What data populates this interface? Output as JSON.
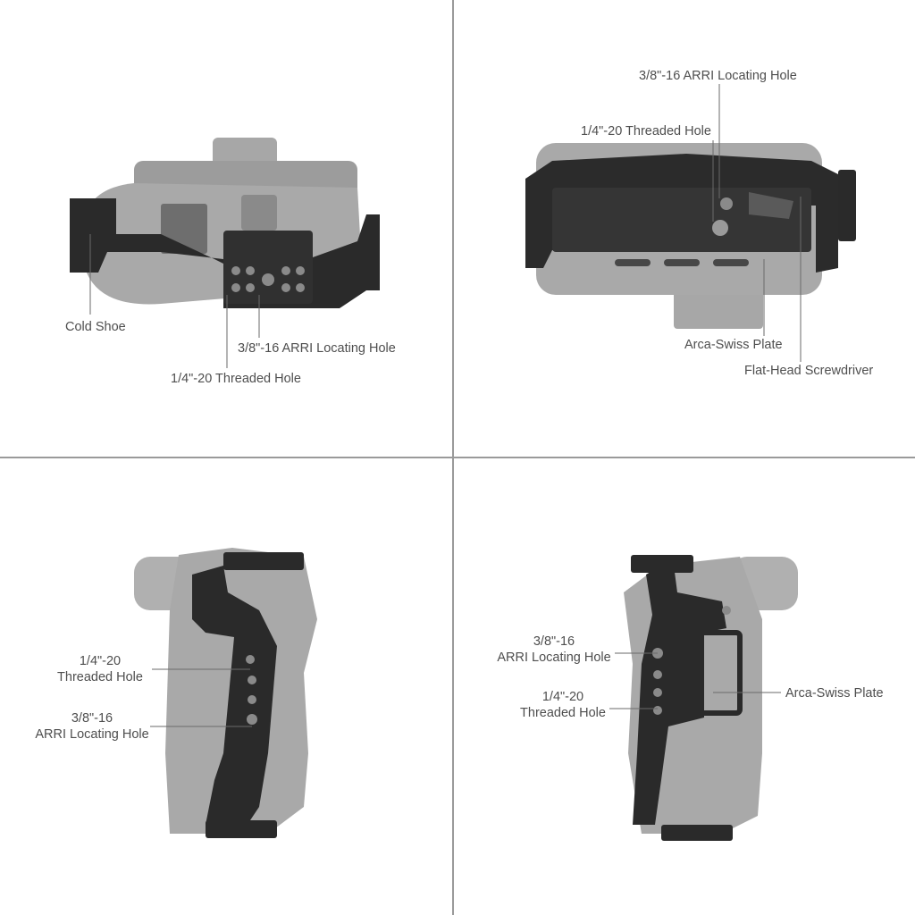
{
  "colors": {
    "background": "#ffffff",
    "divider": "#9a9a9a",
    "label": "#4e4e4e",
    "camera": "#a7a7a7",
    "cage": "#262626"
  },
  "panels": [
    {
      "view": "top",
      "labels": {
        "cold_shoe": "Cold Shoe",
        "arri_hole": "3/8\"-16 ARRI Locating Hole",
        "threaded_hole": "1/4\"-20 Threaded Hole"
      }
    },
    {
      "view": "bottom",
      "labels": {
        "arri_hole": "3/8\"-16 ARRI Locating Hole",
        "threaded_hole": "1/4\"-20 Threaded Hole",
        "arca_plate": "Arca-Swiss Plate",
        "screwdriver": "Flat-Head Screwdriver"
      }
    },
    {
      "view": "left-side",
      "labels": {
        "threaded_hole_line1": "1/4\"-20",
        "threaded_hole_line2": "Threaded Hole",
        "arri_hole_line1": "3/8\"-16",
        "arri_hole_line2": "ARRI Locating Hole"
      }
    },
    {
      "view": "right-side",
      "labels": {
        "arri_hole_line1": "3/8\"-16",
        "arri_hole_line2": "ARRI Locating Hole",
        "threaded_hole_line1": "1/4\"-20",
        "threaded_hole_line2": "Threaded Hole",
        "arca_plate": "Arca-Swiss Plate"
      }
    }
  ]
}
